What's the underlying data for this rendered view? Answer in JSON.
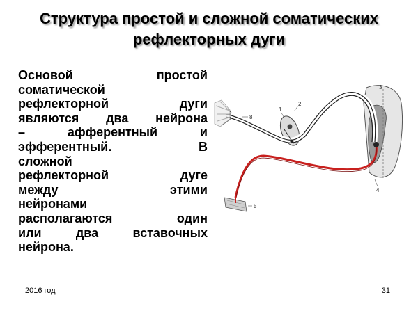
{
  "slide": {
    "title_lines": [
      "Структура простой и сложной соматических",
      "рефлекторных дуги"
    ],
    "body_lines": [
      "Основой простой",
      "соматической",
      "рефлекторной дуги",
      "являются два нейрона",
      "– афферентный и",
      "эфферентный. В",
      "сложной",
      "рефлекторной дуге",
      "между этими",
      "нейронами",
      "располагаются один",
      "или два вставочных",
      "нейрона."
    ],
    "footer_year": "2016 год",
    "page_number": "31"
  },
  "diagram": {
    "labels": [
      "1",
      "2",
      "3",
      "4",
      "5",
      "8"
    ],
    "colors": {
      "efferent": "#c8201e",
      "afferent": "#222222",
      "tissue": "#d9d9d9"
    }
  }
}
